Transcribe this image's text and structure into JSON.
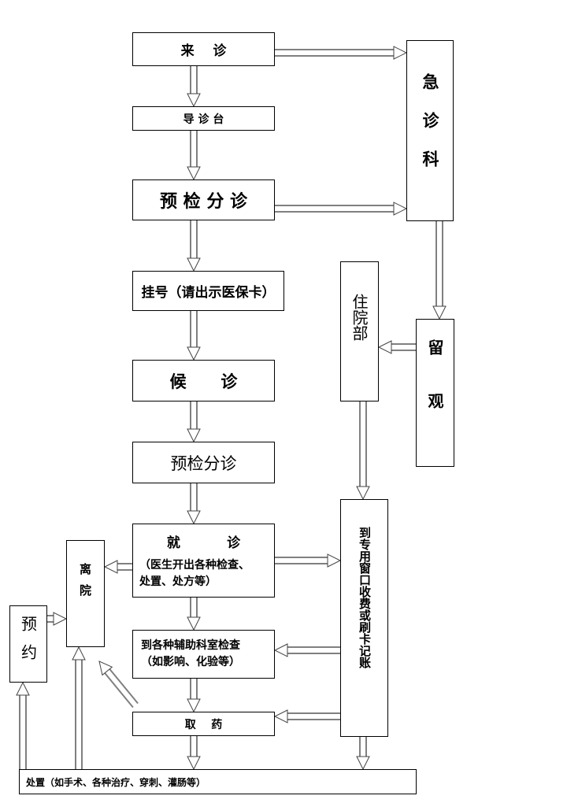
{
  "title": "门诊就诊流程图",
  "nodes": {
    "arrive": "来    诊",
    "guide_desk": "导 诊 台",
    "triage1": "预 检 分 诊",
    "emergency": "急诊科",
    "register": "挂号（请出示医保卡）",
    "inpatient": "住院部",
    "observation": "留观",
    "waiting": "候      诊",
    "triage2": "预检分诊",
    "consult_title": "就          诊",
    "consult_sub": "（医生开出各种检查、\n处置、处方等）",
    "payment": "到专用窗口收费或刷卡记账",
    "leave": "离院",
    "appointment": "预约",
    "aux_exam": "到各种辅助科室检查\n（如影响、化验等）",
    "pharmacy": "取    药",
    "treatment": "处置（如手术、各种治疗、穿刺、灌肠等）"
  },
  "edges": [
    {
      "from": "arrive",
      "to": "guide_desk"
    },
    {
      "from": "arrive",
      "to": "emergency"
    },
    {
      "from": "guide_desk",
      "to": "triage1"
    },
    {
      "from": "triage1",
      "to": "emergency"
    },
    {
      "from": "triage1",
      "to": "register"
    },
    {
      "from": "emergency",
      "to": "observation"
    },
    {
      "from": "observation",
      "to": "inpatient"
    },
    {
      "from": "inpatient",
      "to": "payment"
    },
    {
      "from": "register",
      "to": "waiting"
    },
    {
      "from": "waiting",
      "to": "triage2"
    },
    {
      "from": "triage2",
      "to": "consult"
    },
    {
      "from": "consult",
      "to": "payment"
    },
    {
      "from": "consult",
      "to": "leave"
    },
    {
      "from": "consult",
      "to": "aux_exam"
    },
    {
      "from": "payment",
      "to": "aux_exam"
    },
    {
      "from": "payment",
      "to": "pharmacy"
    },
    {
      "from": "payment",
      "to": "treatment"
    },
    {
      "from": "aux_exam",
      "to": "pharmacy"
    },
    {
      "from": "pharmacy",
      "to": "treatment"
    },
    {
      "from": "pharmacy",
      "to": "leave"
    },
    {
      "from": "appointment",
      "to": "leave"
    },
    {
      "from": "treatment",
      "to": "leave"
    },
    {
      "from": "treatment",
      "to": "appointment"
    }
  ]
}
